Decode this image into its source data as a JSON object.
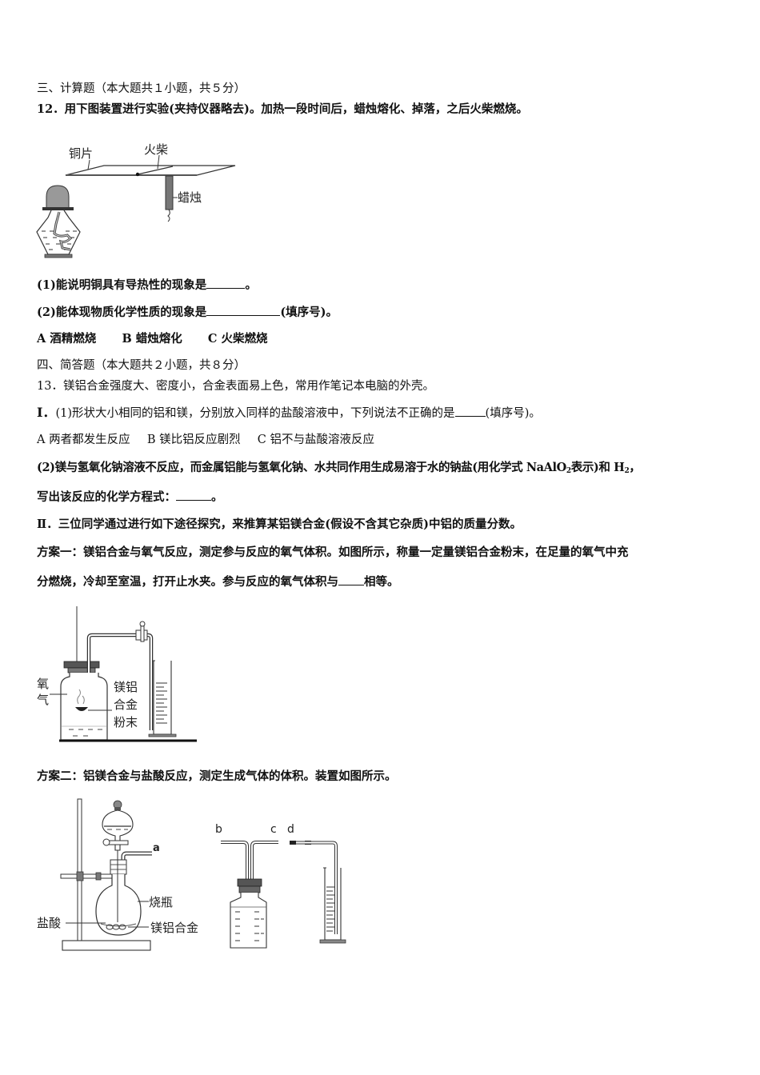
{
  "section3": {
    "heading": "三、计算题（本大题共１小题，共５分）",
    "q12": {
      "stem": "12．用下图装置进行实验(夹持仪器略去)。加热一段时间后，蜡烛熔化、掉落，之后火柴燃烧。",
      "figure_labels": {
        "copper": "铜片",
        "match": "火柴",
        "candle": "蜡烛"
      },
      "sub1_text": "(1)能说明铜具有导热性的现象是",
      "sub1_end": "。",
      "sub2_text": "(2)能体现物质化学性质的现象是",
      "sub2_end": "(填序号)。",
      "options": {
        "a": "A 酒精燃烧",
        "b": "B 蜡烛熔化",
        "c": "C 火柴燃烧"
      }
    }
  },
  "section4": {
    "heading": "四、简答题（本大题共２小题，共８分）",
    "q13": {
      "stem": "13．镁铝合金强度大、密度小，合金表面易上色，常用作笔记本电脑的外壳。",
      "part1_marker": "I．",
      "part1_sub1": "(1)形状大小相同的铝和镁，分别放入同样的盐酸溶液中，下列说法不正确的是",
      "part1_sub1_end": "(填序号)。",
      "part1_options": {
        "a": "A 两者都发生反应",
        "b": "B 镁比铝反应剧烈",
        "c": "C 铝不与盐酸溶液反应"
      },
      "part1_sub2_pre": "(2)镁与氢氧化钠溶液不反应，而金属铝能与氢氧化钠、水共同作用生成易溶于水的钠盐(用化学式 NaAlO",
      "part1_sub2_sub": "2",
      "part1_sub2_mid": "表示)和 H",
      "part1_sub2_sub2": "2",
      "part1_sub2_post": "，",
      "part1_sub2_line2": "写出该反应的化学方程式：",
      "part1_sub2_line2_end": "。",
      "part2_intro": "Ⅱ．三位同学通过进行如下途径探究，来推算某铝镁合金(假设不含其它杂质)中铝的质量分数。",
      "plan1_line1": "方案一：镁铝合金与氧气反应，测定参与反应的氧气体积。如图所示，称量一定量镁铝合金粉末，在足量的氧气中充",
      "plan1_line2_pre": "分燃烧，冷却至室温，打开止水夹。参与反应的氧气体积与",
      "plan1_line2_post": "相等。",
      "fig2_labels": {
        "oxygen_1": "氧",
        "oxygen_2": "气",
        "alloy_1": "镁铝",
        "alloy_2": "合金",
        "alloy_3": "粉末"
      },
      "plan2_line": "方案二：铝镁合金与盐酸反应，测定生成气体的体积。装置如图所示。",
      "fig3_labels": {
        "a": "a",
        "flask": "烧瓶",
        "acid": "盐酸",
        "alloy": "镁铝合金",
        "b": "b",
        "c": "c",
        "d": "d"
      }
    }
  }
}
